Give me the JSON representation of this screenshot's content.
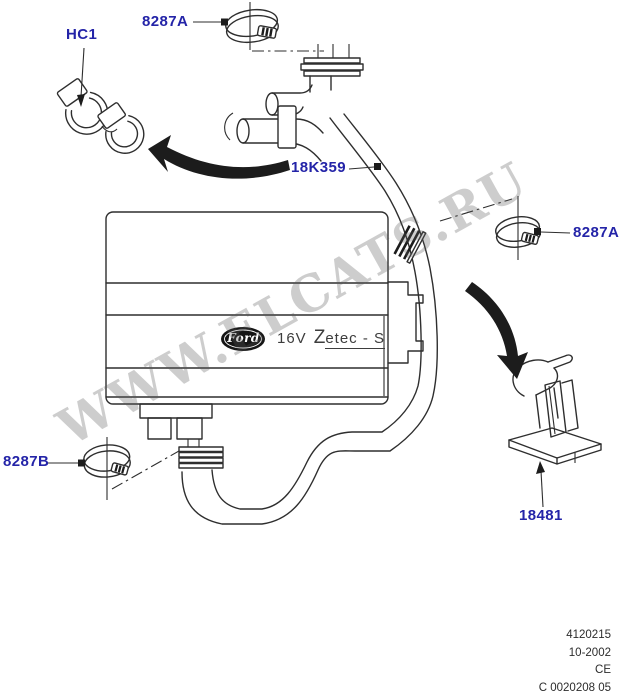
{
  "diagram": {
    "labels": {
      "hc1": "HC1",
      "clamp_top": "8287A",
      "hose": "18K359",
      "clamp_right": "8287A",
      "clamp_bottom": "8287B",
      "clip": "18481"
    },
    "engine_badge": {
      "logo": "Ford",
      "text_16v": "16V",
      "zetec_initial": "Z",
      "zetec_rest": "etec - S"
    },
    "watermark": "WWW.ELCATS.RU",
    "footer": {
      "part_number": "4120215",
      "date": "10-2002",
      "region": "CE",
      "code": "C 0020208 05"
    },
    "colors": {
      "label_blue": "#2424a8",
      "line": "#2e2e2e",
      "watermark_gray": "rgba(90,90,90,0.30)"
    }
  }
}
